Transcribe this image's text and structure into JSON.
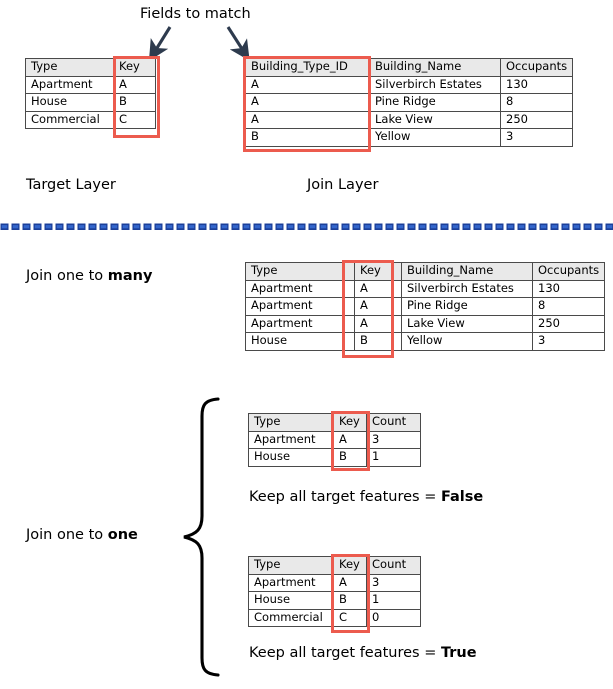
{
  "diagram": {
    "title_annotation": "Fields to match",
    "labels": {
      "target_layer": "Target Layer",
      "join_layer": "Join Layer",
      "join_one_to_many_prefix": "Join one to ",
      "join_one_to_many_emphasis": "many",
      "join_one_to_one_prefix": "Join one to ",
      "join_one_to_one_emphasis": "one",
      "keep_all_prefix": "Keep all target features = ",
      "keep_all_false": "False",
      "keep_all_true": "True"
    },
    "colors": {
      "highlight": "#ec5b4e",
      "header_fill": "#e9e9e9",
      "border": "#4a4a4a",
      "arrow": "#2e3b4e",
      "divider": "#2a5cc8",
      "text": "#000000"
    }
  },
  "target_table": {
    "name": "Target Layer table",
    "headers": [
      "Type",
      "Key"
    ],
    "rows": [
      [
        "Apartment",
        "A"
      ],
      [
        "House",
        "B"
      ],
      [
        "Commercial",
        "C"
      ]
    ],
    "highlight_column": "Key"
  },
  "join_table": {
    "name": "Join Layer table",
    "headers": [
      "Building_Type_ID",
      "Building_Name",
      "Occupants"
    ],
    "rows": [
      [
        "A",
        "Silverbirch Estates",
        "130"
      ],
      [
        "A",
        "Pine Ridge",
        "8"
      ],
      [
        "A",
        "Lake View",
        "250"
      ],
      [
        "B",
        "Yellow",
        "3"
      ]
    ],
    "highlight_column": "Building_Type_ID"
  },
  "one_to_many_table": {
    "name": "Join one to many result",
    "headers": [
      "Type",
      "Key",
      "Building_Name",
      "Occupants"
    ],
    "rows": [
      [
        "Apartment",
        "A",
        "Silverbirch Estates",
        "130"
      ],
      [
        "Apartment",
        "A",
        "Pine Ridge",
        "8"
      ],
      [
        "Apartment",
        "A",
        "Lake View",
        "250"
      ],
      [
        "House",
        "B",
        "Yellow",
        "3"
      ]
    ],
    "highlight_column": "Key"
  },
  "one_to_one_false_table": {
    "name": "Join one to one, keep all target features false",
    "headers": [
      "Type",
      "Key",
      "Count"
    ],
    "rows": [
      [
        "Apartment",
        "A",
        "3"
      ],
      [
        "House",
        "B",
        "1"
      ]
    ],
    "highlight_column": "Key"
  },
  "one_to_one_true_table": {
    "name": "Join one to one, keep all target features true",
    "headers": [
      "Type",
      "Key",
      "Count"
    ],
    "rows": [
      [
        "Apartment",
        "A",
        "3"
      ],
      [
        "House",
        "B",
        "1"
      ],
      [
        "Commercial",
        "C",
        "0"
      ]
    ],
    "highlight_column": "Key"
  }
}
